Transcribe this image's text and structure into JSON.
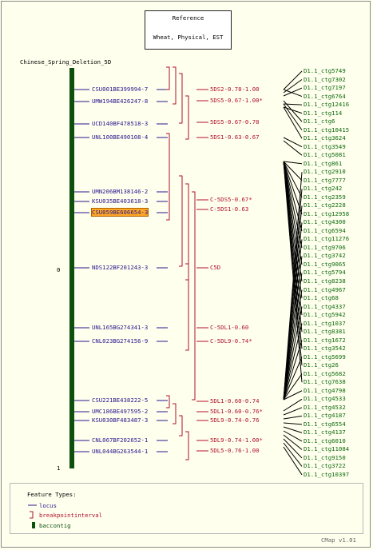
{
  "reference": {
    "title": "Reference",
    "subtitle": "Wheat, Physical, EST"
  },
  "map": {
    "name": "Chinese_Spring_Deletion_5D",
    "scale_top": "0",
    "scale_bottom": "1",
    "color": "#0d4f0d"
  },
  "loci": [
    {
      "label": "CSU001BE399994-7",
      "highlight": false
    },
    {
      "label": "UMW194BE426247-8",
      "highlight": false
    },
    {
      "label": "UCD140BF478518-3",
      "highlight": false
    },
    {
      "label": "UNL100BE490108-4",
      "highlight": false
    },
    {
      "label": "UMN206BM138146-2",
      "highlight": false
    },
    {
      "label": "KSU035BE403618-3",
      "highlight": false
    },
    {
      "label": "CSU059BE606654-3",
      "highlight": true
    },
    {
      "label": "NDS122BF201243-3",
      "highlight": false
    },
    {
      "label": "UNL165BG274341-3",
      "highlight": false
    },
    {
      "label": "CNL023BG274156-9",
      "highlight": false
    },
    {
      "label": "CSU221BE438222-5",
      "highlight": false
    },
    {
      "label": "UMC186BE497595-2",
      "highlight": false
    },
    {
      "label": "KSU030BF483487-3",
      "highlight": false
    },
    {
      "label": "CNL067BF202652-1",
      "highlight": false
    },
    {
      "label": "UNL044BG263544-1",
      "highlight": false
    }
  ],
  "intervals": [
    "5DS2-0.78-1.00",
    "5DS5-0.67-1.00*",
    "5DS5-0.67-0.78",
    "5DS1-0.63-0.67",
    "C-5DS5-0.67*",
    "C-5DS1-0.63",
    "C5D",
    "C-5DL1-0.60",
    "C-5DL9-0.74*",
    "5DL1-0.60-0.74",
    "5DL1-0.60-0.76*",
    "5DL9-0.74-0.76",
    "5DL9-0.74-1.00*",
    "5DL5-0.76-1.00"
  ],
  "contigs": [
    "D1.1_ctg5749",
    "D1.1_ctg7302",
    "D1.1_ctg7197",
    "D1.1_ctg6764",
    "D1.1_ctg12416",
    "D1.1_ctg114",
    "D1.1_ctg6",
    "D1.1_ctg10415",
    "D1.1_ctg3624",
    "D1.1_ctg3549",
    "D1.1_ctg5081",
    "D1.1_ctg861",
    "D1.1_ctg2910",
    "D1.1_ctg7777",
    "D1.1_ctg242",
    "D1.1_ctg2359",
    "D1.1_ctg2228",
    "D1.1_ctg12958",
    "D1.1_ctg4300",
    "D1.1_ctg6594",
    "D1.1_ctg11276",
    "D1.1_ctg9706",
    "D1.1_ctg3742",
    "D1.1_ctg9065",
    "D1.1_ctg5794",
    "D1.1_ctg8238",
    "D1.1_ctg4967",
    "D1.1_ctg68",
    "D1.1_ctg4337",
    "D1.1_ctg5942",
    "D1.1_ctg1037",
    "D1.1_ctg8381",
    "D1.1_ctg1672",
    "D1.1_ctg3542",
    "D1.1_ctg5699",
    "D1.1_ctg26",
    "D1.1_ctg5682",
    "D1.1_ctg7638",
    "D1.1_ctg4798",
    "D1.1_ctg4533",
    "D1.1_ctg4532",
    "D1.1_ctg4187",
    "D1.1_ctg6554",
    "D1.1_ctg4137",
    "D1.1_ctg6010",
    "D1.1_ctg11084",
    "D1.1_ctg9150",
    "D1.1_ctg3722",
    "D1.1_ctg10397"
  ],
  "legend": {
    "title": "Feature Types:",
    "items": [
      {
        "label": "locus",
        "color": "#2b148c",
        "icon": "line"
      },
      {
        "label": "breakpointinterval",
        "color": "#b0102a",
        "icon": "bracket"
      },
      {
        "label": "baccontig",
        "color": "#0d4f0d",
        "icon": "bar"
      }
    ]
  },
  "version": "CMap v1.01",
  "colors": {
    "background": "#ffffee",
    "locus": "#2b148c",
    "interval": "#b0102a",
    "contig": "#0d6b0d",
    "highlight": "#ffa824"
  }
}
